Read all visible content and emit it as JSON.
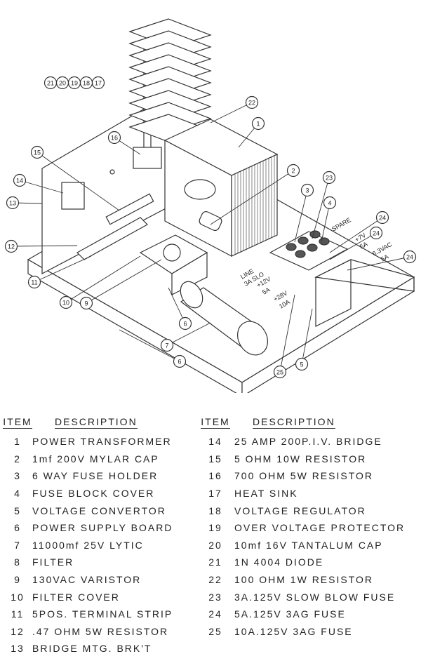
{
  "diagram": {
    "callouts": [
      "1",
      "2",
      "3",
      "23",
      "4",
      "24",
      "24",
      "24",
      "5",
      "25",
      "6",
      "6",
      "7",
      "9",
      "10",
      "11",
      "12",
      "13",
      "14",
      "15",
      "16",
      "21",
      "20",
      "19",
      "18",
      "17",
      "22"
    ],
    "fuse_labels": {
      "spare": "SPARE",
      "plus7v": "+7V",
      "plus7v_amp": "5A",
      "vac": "6.3VAC",
      "vac_amp": "5A",
      "line": "LINE",
      "line_amp": "3A SLO",
      "plus12v": "+12V",
      "plus12v_amp": "5A",
      "plus28v": "+28V",
      "plus28v_amp": "10A"
    }
  },
  "parts_list": {
    "header_item": "ITEM",
    "header_description": "DESCRIPTION",
    "left": [
      {
        "item": "1",
        "description": "POWER TRANSFORMER"
      },
      {
        "item": "2",
        "description": "1mf 200V MYLAR CAP"
      },
      {
        "item": "3",
        "description": "6 WAY FUSE HOLDER"
      },
      {
        "item": "4",
        "description": "FUSE BLOCK COVER"
      },
      {
        "item": "5",
        "description": "VOLTAGE CONVERTOR"
      },
      {
        "item": "6",
        "description": "POWER SUPPLY BOARD"
      },
      {
        "item": "7",
        "description": "11000mf 25V LYTIC"
      },
      {
        "item": "8",
        "description": "FILTER"
      },
      {
        "item": "9",
        "description": "130VAC VARISTOR"
      },
      {
        "item": "10",
        "description": "FILTER COVER"
      },
      {
        "item": "11",
        "description": "5POS. TERMINAL STRIP"
      },
      {
        "item": "12",
        "description": ".47 OHM 5W RESISTOR"
      },
      {
        "item": "13",
        "description": "BRIDGE MTG. BRK'T"
      }
    ],
    "right": [
      {
        "item": "14",
        "description": "25 AMP 200P.I.V. BRIDGE"
      },
      {
        "item": "15",
        "description": "5 OHM 10W RESISTOR"
      },
      {
        "item": "16",
        "description": "700 OHM 5W RESISTOR"
      },
      {
        "item": "17",
        "description": "HEAT SINK"
      },
      {
        "item": "18",
        "description": "VOLTAGE REGULATOR"
      },
      {
        "item": "19",
        "description": "OVER VOLTAGE PROTECTOR"
      },
      {
        "item": "20",
        "description": "10mf 16V TANTALUM CAP"
      },
      {
        "item": "21",
        "description": "1N 4004 DIODE"
      },
      {
        "item": "22",
        "description": "100 OHM 1W RESISTOR"
      },
      {
        "item": "23",
        "description": "3A.125V SLOW BLOW FUSE"
      },
      {
        "item": "24",
        "description": "5A.125V 3AG FUSE"
      },
      {
        "item": "25",
        "description": "10A.125V 3AG FUSE"
      }
    ]
  }
}
